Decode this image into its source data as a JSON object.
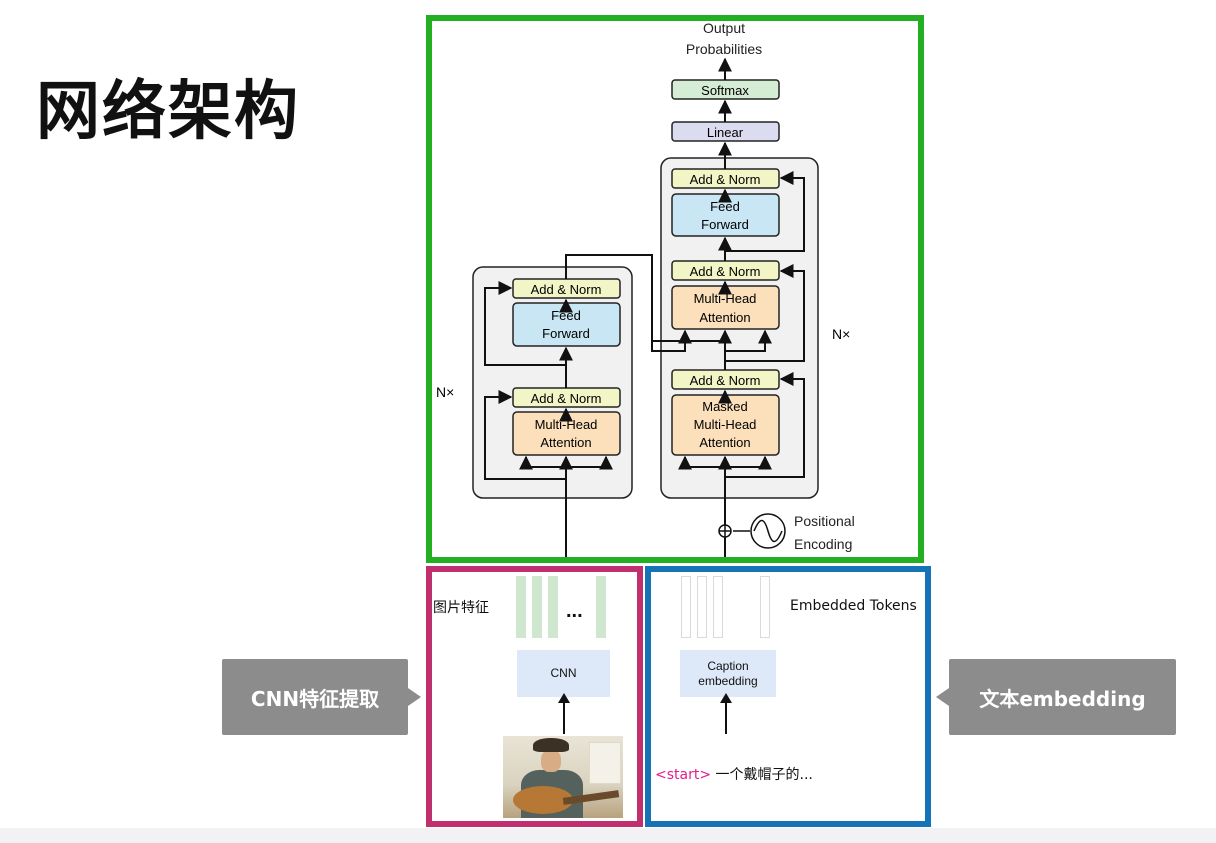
{
  "slide": {
    "title": "网络架构"
  },
  "transformer": {
    "output": [
      "Output",
      "Probabilities"
    ],
    "softmax": "Softmax",
    "linear": "Linear",
    "decoder": {
      "add_norm": "Add & Norm",
      "feed_forward": [
        "Feed",
        "Forward"
      ],
      "multi_head": [
        "Multi-Head",
        "Attention"
      ],
      "masked": [
        "Masked",
        "Multi-Head",
        "Attention"
      ],
      "repeat": "N×",
      "positional": [
        "Positional",
        "Encoding"
      ]
    },
    "encoder": {
      "add_norm": "Add & Norm",
      "feed_forward": [
        "Feed",
        "Forward"
      ],
      "multi_head": [
        "Multi-Head",
        "Attention"
      ],
      "repeat": "N×"
    }
  },
  "image_panel": {
    "label": "图片特征",
    "ellipsis": "...",
    "cnn": "CNN"
  },
  "text_panel": {
    "label": "Embedded Tokens",
    "caption_box": [
      "Caption",
      "embedding"
    ],
    "start_token": "<start>",
    "caption_text": " 一个戴帽子的..."
  },
  "callouts": {
    "left": "CNN特征提取",
    "right": "文本embedding"
  },
  "colors": {
    "green_frame": "#22b022",
    "pink_frame": "#c0306e",
    "blue_frame": "#1573b6",
    "add_norm_fill": "#f2f5c6",
    "feed_forward_fill": "#c8e6f4",
    "attention_fill": "#fbe0bb",
    "softmax_fill": "#d5ecd5",
    "linear_fill": "#dcdcf0",
    "callout": "#8c8c8c",
    "start_token": "#e21d8f"
  }
}
